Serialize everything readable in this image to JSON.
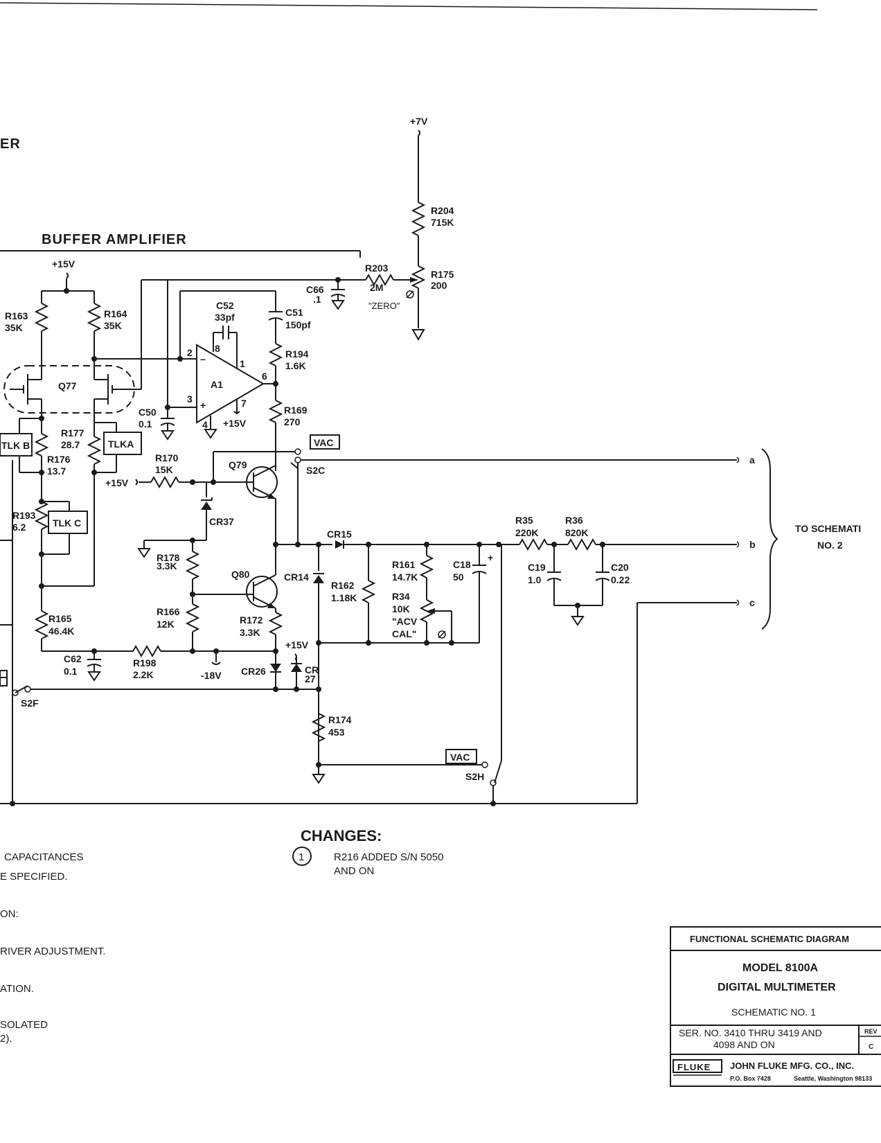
{
  "partial_heading": "ER",
  "buffer_title": "BUFFER AMPLIFIER",
  "rails": {
    "p7": "+7V",
    "p15_top": "+15V",
    "p15_a1": "+15V",
    "p15_r170": "+15V",
    "p15_cr": "+15V",
    "m18": "-18V"
  },
  "components": [
    {
      "id": "r204",
      "ref": "R204",
      "val": "715K"
    },
    {
      "id": "r203",
      "ref": "R203",
      "val": "2M"
    },
    {
      "id": "r175",
      "ref": "R175",
      "val": "200"
    },
    {
      "id": "c66",
      "ref": "C66",
      "val": ".1"
    },
    {
      "id": "r163",
      "ref": "R163",
      "val": "35K"
    },
    {
      "id": "r164",
      "ref": "R164",
      "val": "35K"
    },
    {
      "id": "c52",
      "ref": "C52",
      "val": "33pf"
    },
    {
      "id": "c51",
      "ref": "C51",
      "val": "150pf"
    },
    {
      "id": "r194",
      "ref": "R194",
      "val": "1.6K"
    },
    {
      "id": "r169",
      "ref": "R169",
      "val": "270"
    },
    {
      "id": "c50",
      "ref": "C50",
      "val": "0.1"
    },
    {
      "id": "r177",
      "ref": "R177",
      "val": "28.7"
    },
    {
      "id": "r176",
      "ref": "R176",
      "val": "13.7"
    },
    {
      "id": "r193",
      "ref": "R193",
      "val": "6.2"
    },
    {
      "id": "r170",
      "ref": "R170",
      "val": "15K"
    },
    {
      "id": "r178",
      "ref": "R178",
      "val": "3.3K"
    },
    {
      "id": "r166",
      "ref": "R166",
      "val": "12K"
    },
    {
      "id": "r165",
      "ref": "R165",
      "val": "46.4K"
    },
    {
      "id": "c62",
      "ref": "C62",
      "val": "0.1"
    },
    {
      "id": "r198",
      "ref": "R198",
      "val": "2.2K"
    },
    {
      "id": "r172",
      "ref": "R172",
      "val": "3.3K"
    },
    {
      "id": "r162",
      "ref": "R162",
      "val": "1.18K"
    },
    {
      "id": "r161",
      "ref": "R161",
      "val": "14.7K"
    },
    {
      "id": "r34",
      "ref": "R34",
      "val": "10K"
    },
    {
      "id": "c18",
      "ref": "C18",
      "val": "50"
    },
    {
      "id": "r35",
      "ref": "R35",
      "val": "220K"
    },
    {
      "id": "r36",
      "ref": "R36",
      "val": "820K"
    },
    {
      "id": "c19",
      "ref": "C19",
      "val": "1.0"
    },
    {
      "id": "c20",
      "ref": "C20",
      "val": "0.22"
    },
    {
      "id": "r174",
      "ref": "R174",
      "val": "453"
    }
  ],
  "labels": {
    "zero": "\"ZERO\"",
    "acv": "\"ACV",
    "cal": "CAL\"",
    "q77": "Q77",
    "q79": "Q79",
    "q80": "Q80",
    "a1": "A1",
    "pin2": "2",
    "pin3": "3",
    "pin1": "1",
    "pin6": "6",
    "pin7": "7",
    "pin4": "4",
    "pin8": "8",
    "minus": "–",
    "plus": "+",
    "tlka": "TLKA",
    "tlkb": "TLK B",
    "tlkc": "TLK C",
    "cr37": "CR37",
    "cr15": "CR15",
    "cr14": "CR14",
    "cr26": "CR26",
    "cr27a": "CR",
    "cr27b": "27",
    "c18plus": "+",
    "vac1": "VAC",
    "vac2": "VAC",
    "s2c": "S2C",
    "s2f": "S2F",
    "s2h": "S2H",
    "term_a": "a",
    "term_b": "b",
    "term_c": "c",
    "to_schem1": "TO  SCHEMATI",
    "to_schem2": "NO. 2"
  },
  "notes": {
    "l1": "CAPACITANCES",
    "l2": "E SPECIFIED.",
    "l3": "ON:",
    "l4": "RIVER ADJUSTMENT.",
    "l5": "ATION.",
    "l6": "SOLATED",
    "l7": "2)."
  },
  "changes": {
    "title": "CHANGES:",
    "item_num": "1",
    "item_line1": "R216 ADDED S/N 5050",
    "item_line2": "AND ON"
  },
  "title_block": {
    "header": "FUNCTIONAL SCHEMATIC DIAGRAM",
    "model": "MODEL 8100A",
    "product": "DIGITAL MULTIMETER",
    "schematic": "SCHEMATIC NO. 1",
    "ser1": "SER. NO. 3410 THRU 3419 AND",
    "ser2": "4098 AND ON",
    "rev_label": "REV",
    "rev_val": "C",
    "brand": "FLUKE",
    "company": "JOHN FLUKE MFG. CO., INC.",
    "po": "P.O. Box 7428",
    "city": "Seattle, Washington 98133"
  }
}
